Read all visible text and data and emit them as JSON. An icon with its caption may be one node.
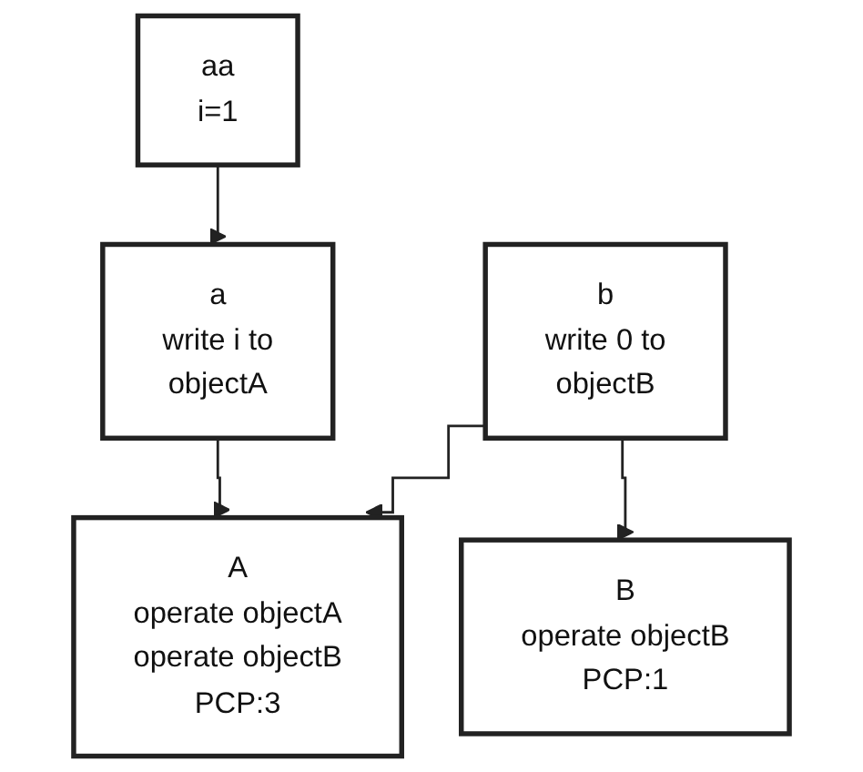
{
  "diagram": {
    "nodes": [
      {
        "text": [
          "aa",
          "i=1"
        ]
      },
      {
        "text": [
          "a",
          "write i to",
          "objectA"
        ]
      },
      {
        "text": [
          "b",
          "write 0 to",
          "objectB"
        ]
      },
      {
        "text": [
          "A",
          "operate objectA",
          "operate objectB",
          "PCP:3"
        ]
      },
      {
        "text": [
          "B",
          "operate objectB",
          "PCP:1"
        ]
      }
    ],
    "edges": [
      {
        "from": 0,
        "to": 1,
        "arrow": "to"
      },
      {
        "from": 1,
        "to": 3,
        "arrow": "to"
      },
      {
        "from": 2,
        "to": 3,
        "arrow": "to"
      },
      {
        "from": 2,
        "to": 4,
        "arrow": "to"
      }
    ]
  }
}
